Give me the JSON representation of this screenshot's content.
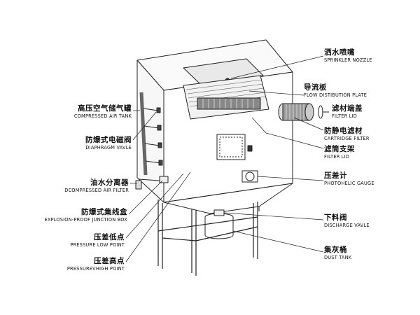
{
  "labels": {
    "sprinkler_nozzle": {
      "zh": "洒水喷嘴",
      "en": "SPRINKLER NOZZLE"
    },
    "flow_distribution_plate": {
      "zh": "导流板",
      "en": "FLOW DISTIBUTION PLATE"
    },
    "filter_lid_top": {
      "zh": "滤材端盖",
      "en": "FILTER LID"
    },
    "cartridge_filter": {
      "zh": "防静电滤材",
      "en": "CARTRIDGE FILTER"
    },
    "filter_lid_support": {
      "zh": "滤筒支架",
      "en": "FILTER LID"
    },
    "photohelic_gauge": {
      "zh": "压差计",
      "en": "PHOTOHELIC GAUGE"
    },
    "discharge_valve": {
      "zh": "下料阀",
      "en": "DISCHARGE VAVLE"
    },
    "dust_tank": {
      "zh": "集灰桶",
      "en": "DUST TANK"
    },
    "compressed_air_tank": {
      "zh": "高压空气储气罐",
      "en": "COMPRESSED AIR TANK"
    },
    "diaphragm_valve": {
      "zh": "防爆式电磁阀",
      "en": "DIAPHRAGM VAVLE"
    },
    "air_filter": {
      "zh": "油水分离器",
      "en": "DCOMPRESSED AIR FILTER"
    },
    "junction_box": {
      "zh": "防爆式集线盒",
      "en": "EXPLOSION-PROOF JUNCTION BOX"
    },
    "pressure_low_point": {
      "zh": "压差低点",
      "en": "PRESSURE LOW POINT"
    },
    "pressure_high_point": {
      "zh": "压差高点",
      "en": "PRESSUREVHIGH POINT"
    }
  }
}
